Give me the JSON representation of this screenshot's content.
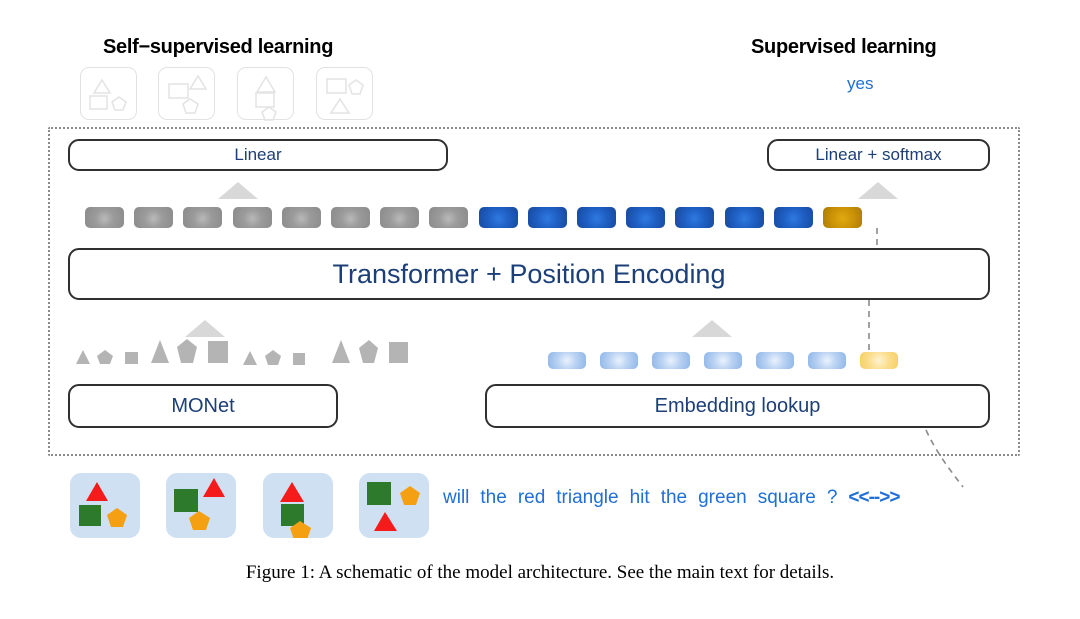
{
  "headings": {
    "self_supervised": "Self−supervised learning",
    "supervised": "Supervised learning",
    "supervised_answer": "yes"
  },
  "boxes": {
    "linear": "Linear",
    "linear_softmax": "Linear + softmax",
    "transformer": "Transformer + Position Encoding",
    "monet": "MONet",
    "embedding_lookup": "Embedding lookup"
  },
  "tokens": {
    "top_row": {
      "gray_count": 8,
      "blue_count": 7,
      "gold_count": 1,
      "colors": {
        "gray": "#9b9b9b",
        "blue": "#1f5fc4",
        "gold": "#ca9206"
      }
    },
    "embedding_row": {
      "light_blue_count": 6,
      "light_yellow_count": 1,
      "colors": {
        "light_blue": "#b9d2f2",
        "light_yellow": "#fbdf92"
      }
    }
  },
  "scene_shapes": {
    "group_count": 4,
    "shapes_per_group": [
      "triangle",
      "pentagon",
      "square"
    ],
    "color": "#b0b0b0"
  },
  "self_supervised_thumbnails": {
    "count": 4,
    "outline_color": "#e2e2e2",
    "shapes": [
      "triangle",
      "square",
      "pentagon"
    ]
  },
  "input_images": {
    "count": 4,
    "background": "#cfe0f2",
    "shape_colors": {
      "triangle": "#f51b1b",
      "square": "#2d7a2d",
      "pentagon": "#f5a013"
    }
  },
  "sentence": {
    "words": [
      "will",
      "the",
      "red",
      "triangle",
      "hit",
      "the",
      "green",
      "square",
      "?"
    ],
    "answer_token": "<<-->>",
    "color": "#1f6fd6"
  },
  "caption": "Figure 1:  A schematic of the model architecture. See the main text for details.",
  "accent": {
    "blue_text": "#1c3f77",
    "link_blue": "#1f6fd6",
    "arrow_gray": "#d8d8d8",
    "dotted_border": "#8a8a8a"
  }
}
